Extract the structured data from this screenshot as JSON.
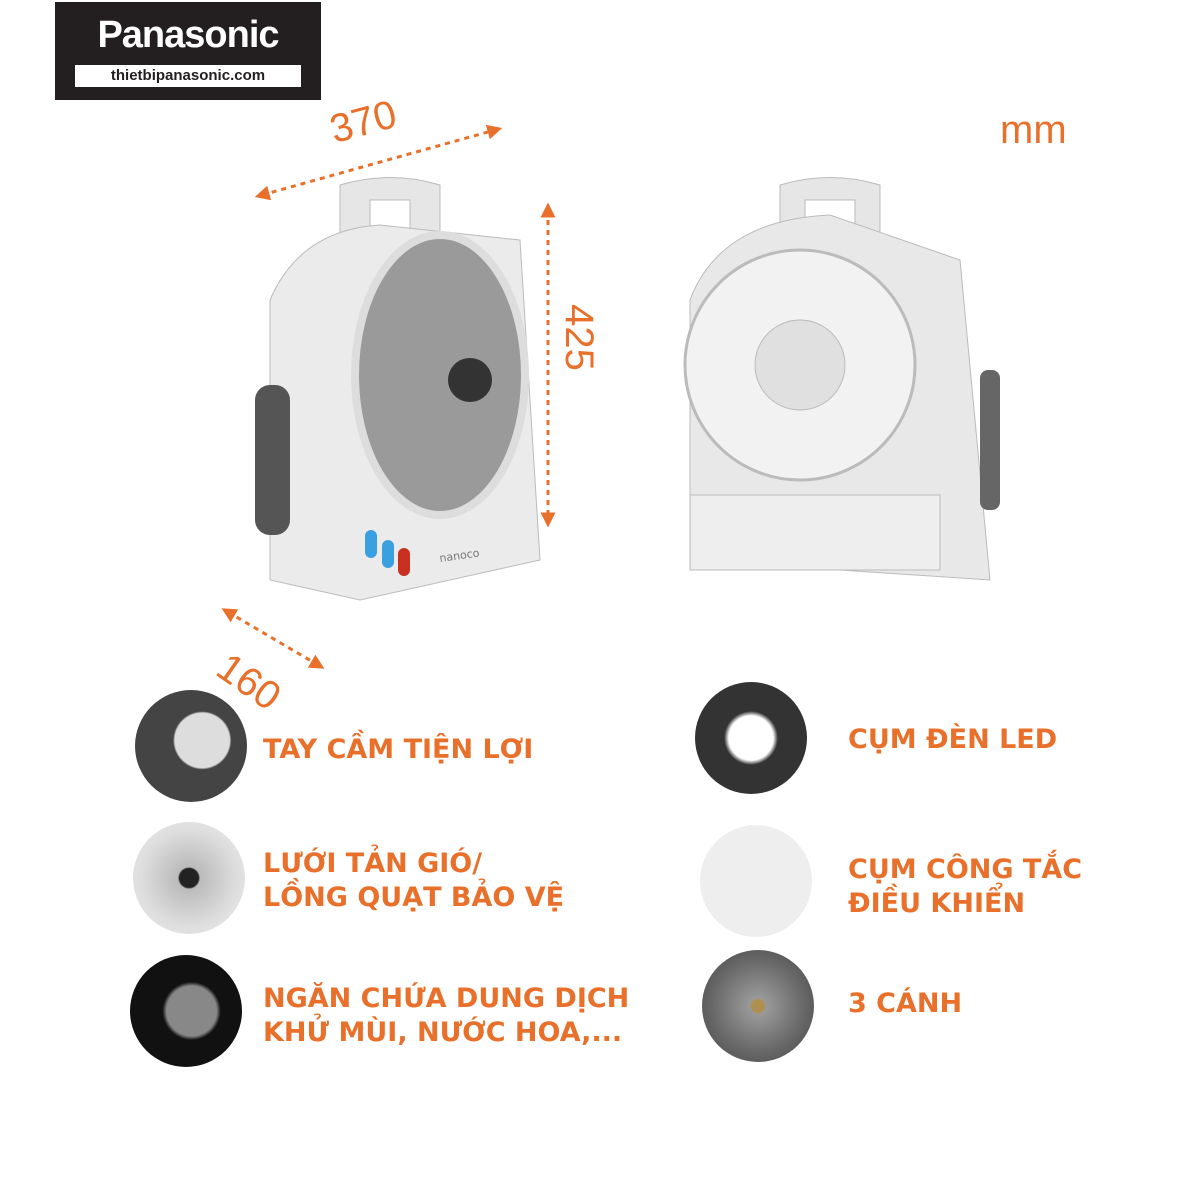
{
  "logo": {
    "brand": "Panasonic",
    "url": "thietbipanasonic.com"
  },
  "dimensions": {
    "width": "370",
    "height": "425",
    "depth": "160",
    "unit": "mm"
  },
  "product_label": "nanoco",
  "features": [
    {
      "line1": "TAY CẦM TIỆN LỢI",
      "line2": ""
    },
    {
      "line1": "LƯỚI TẢN GIÓ/",
      "line2": "LỒNG QUẠT BẢO VỆ"
    },
    {
      "line1": "NGĂN CHỨA DUNG DỊCH",
      "line2": "KHỬ MÙI, NƯỚC HOA,..."
    },
    {
      "line1": "CỤM ĐÈN LED",
      "line2": ""
    },
    {
      "line1": "CỤM CÔNG TẮC",
      "line2": "ĐIỀU KHIỂN"
    },
    {
      "line1": "3 CÁNH",
      "line2": ""
    }
  ],
  "colors": {
    "accent": "#e8702a",
    "logo_bg": "#231f20"
  }
}
